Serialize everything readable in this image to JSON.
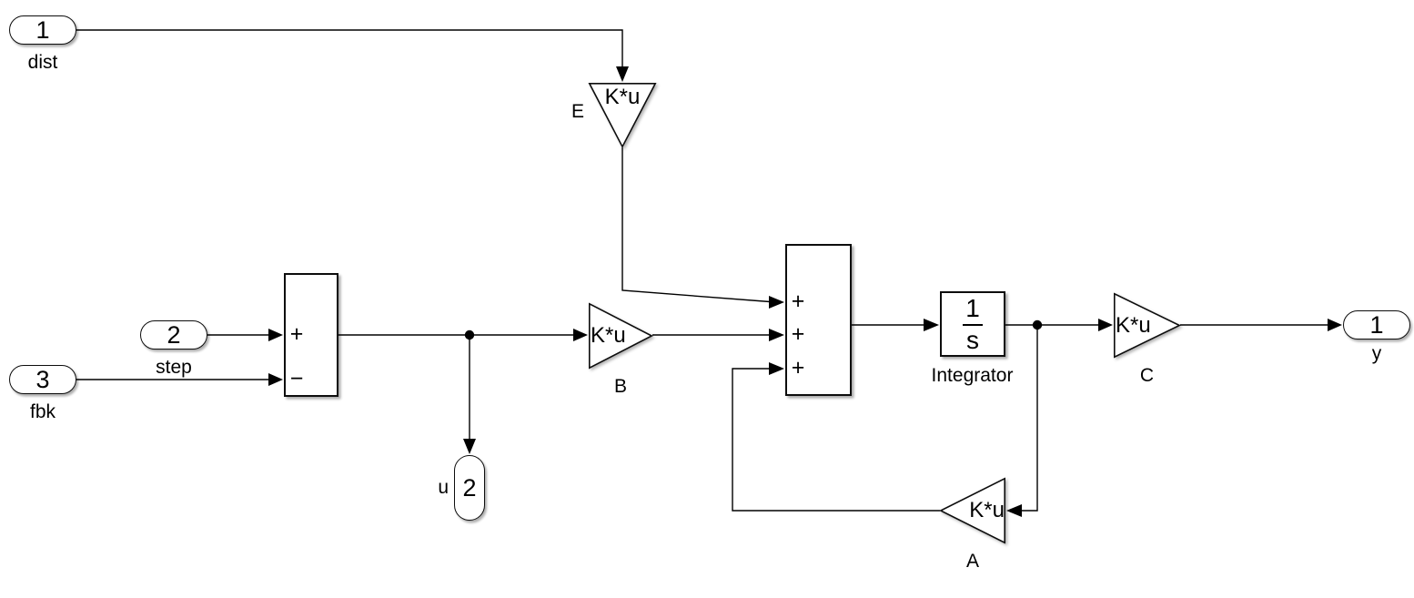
{
  "colors": {
    "line": "#000000",
    "block_fill": "#ffffff",
    "canvas": "#ffffff"
  },
  "inports": [
    {
      "id": "dist",
      "number": "1",
      "label": "dist"
    },
    {
      "id": "step",
      "number": "2",
      "label": "step"
    },
    {
      "id": "fbk",
      "number": "3",
      "label": "fbk"
    }
  ],
  "outports": [
    {
      "id": "y",
      "number": "1",
      "label": "y"
    },
    {
      "id": "u",
      "number": "2",
      "label": "u"
    }
  ],
  "gains": {
    "E": {
      "expression": "K*u",
      "label": "E"
    },
    "B": {
      "expression": "K*u",
      "label": "B"
    },
    "A": {
      "expression": "K*u",
      "label": "A"
    },
    "C": {
      "expression": "K*u",
      "label": "C"
    }
  },
  "integrator": {
    "numerator": "1",
    "denominator": "s",
    "label": "Integrator"
  },
  "sums": {
    "sum1": {
      "signs": [
        "+",
        "−"
      ]
    },
    "sum2": {
      "signs": [
        "+",
        "+",
        "+"
      ]
    }
  }
}
